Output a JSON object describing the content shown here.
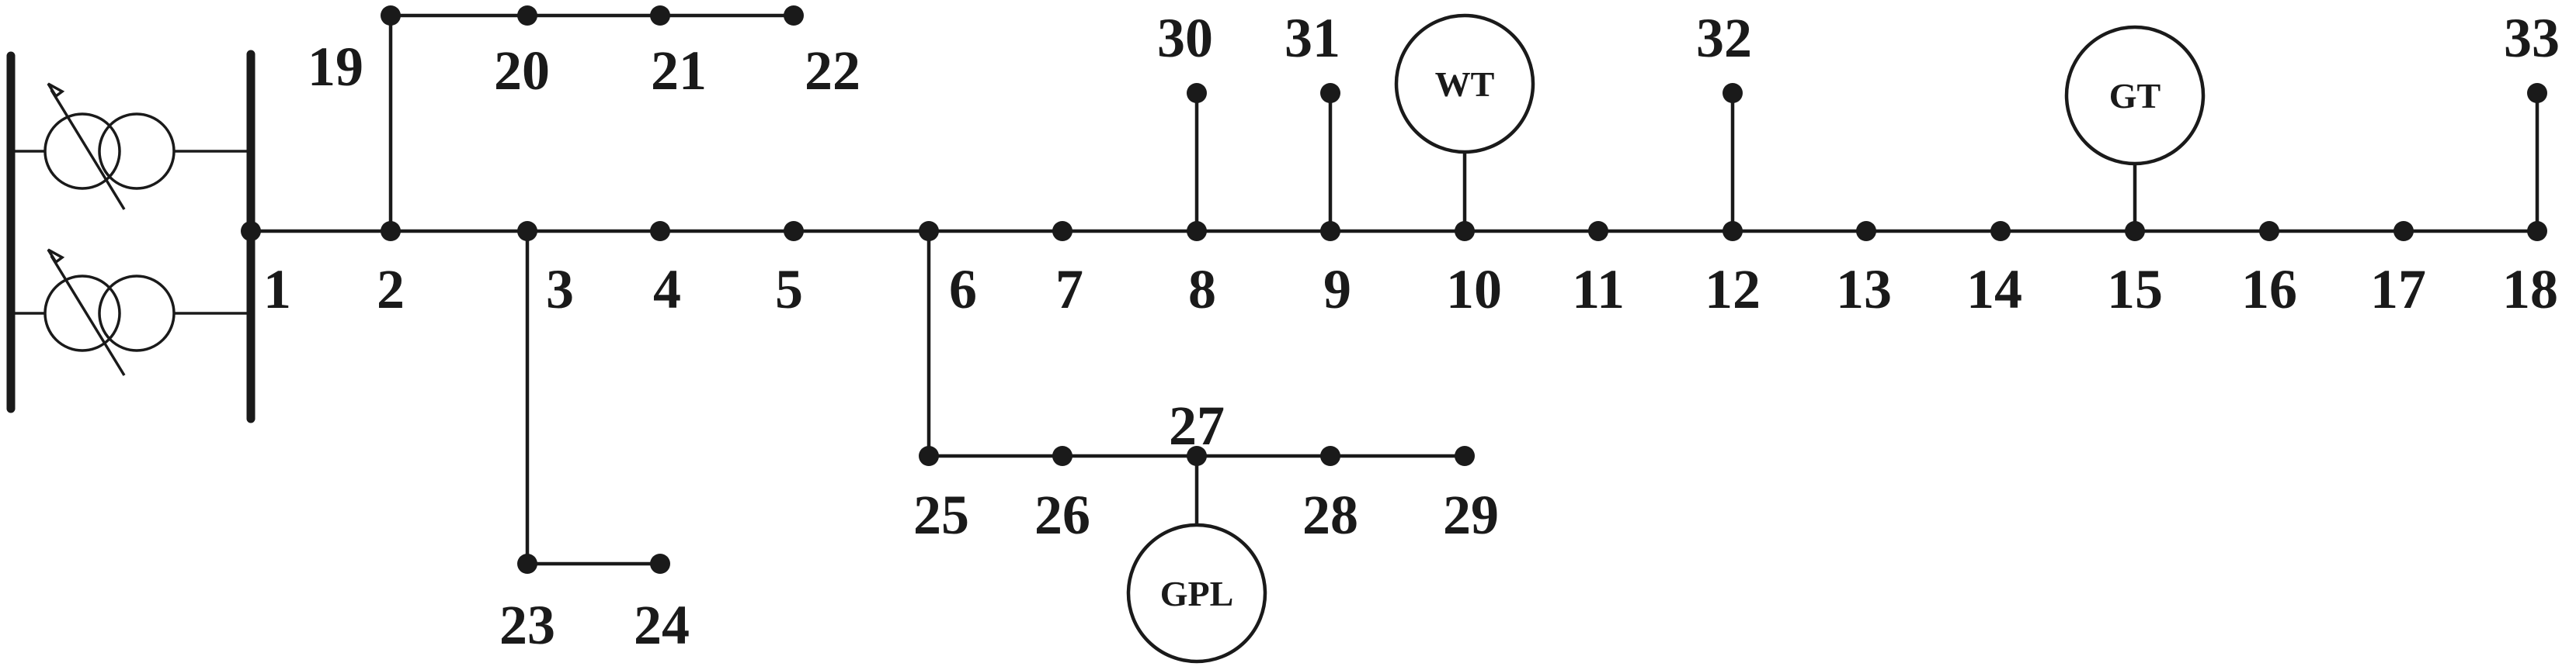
{
  "nodes": [
    "1",
    "2",
    "3",
    "4",
    "5",
    "6",
    "7",
    "8",
    "9",
    "10",
    "11",
    "12",
    "13",
    "14",
    "15",
    "16",
    "17",
    "18",
    "19",
    "20",
    "21",
    "22",
    "23",
    "24",
    "25",
    "26",
    "27",
    "28",
    "29",
    "30",
    "31",
    "32",
    "33"
  ],
  "generators": [
    {
      "id": "wt",
      "label": "WT",
      "at_node": "10"
    },
    {
      "id": "gt",
      "label": "GT",
      "at_node": "15"
    },
    {
      "id": "gpl",
      "label": "GPL",
      "at_node": "27"
    }
  ],
  "transformers": 2,
  "colors": {
    "ink": "#1a1a1a",
    "background": "#ffffff"
  }
}
